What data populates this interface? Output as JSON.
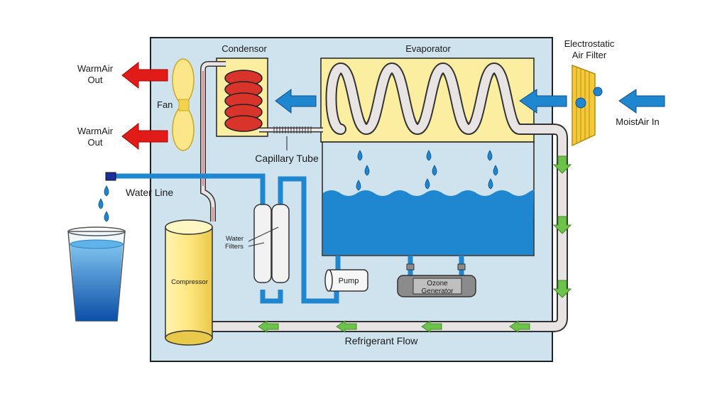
{
  "labels": {
    "condensor": "Condensor",
    "evaporator": "Evaporator",
    "air_filter_line1": "Electrostatic",
    "air_filter_line2": "Air Filter",
    "warm_air_1_line1": "WarmAir",
    "warm_air_1_line2": "Out",
    "warm_air_2_line1": "WarmAir",
    "warm_air_2_line2": "Out",
    "fan": "Fan",
    "moist_air_in": "MoistAir In",
    "capillary_tube": "Capillary Tube",
    "water_line": "Water Line",
    "water_filters_line1": "Water",
    "water_filters_line2": "Filters",
    "compressor": "Compressor",
    "pump": "Pump",
    "ozone_line1": "Ozone",
    "ozone_line2": "Generator",
    "refrigerant_flow": "Refrigerant Flow"
  },
  "colors": {
    "housing_fill": "#cfe3ee",
    "warm_air_arrow": "#e11b17",
    "air_flow_arrow": "#1f86d0",
    "refrigerant_flow_arrow": "#6cc24a",
    "water": "#1f86d0",
    "coil_zone": "#fbeea0",
    "condenser_coil": "#d9342b"
  }
}
